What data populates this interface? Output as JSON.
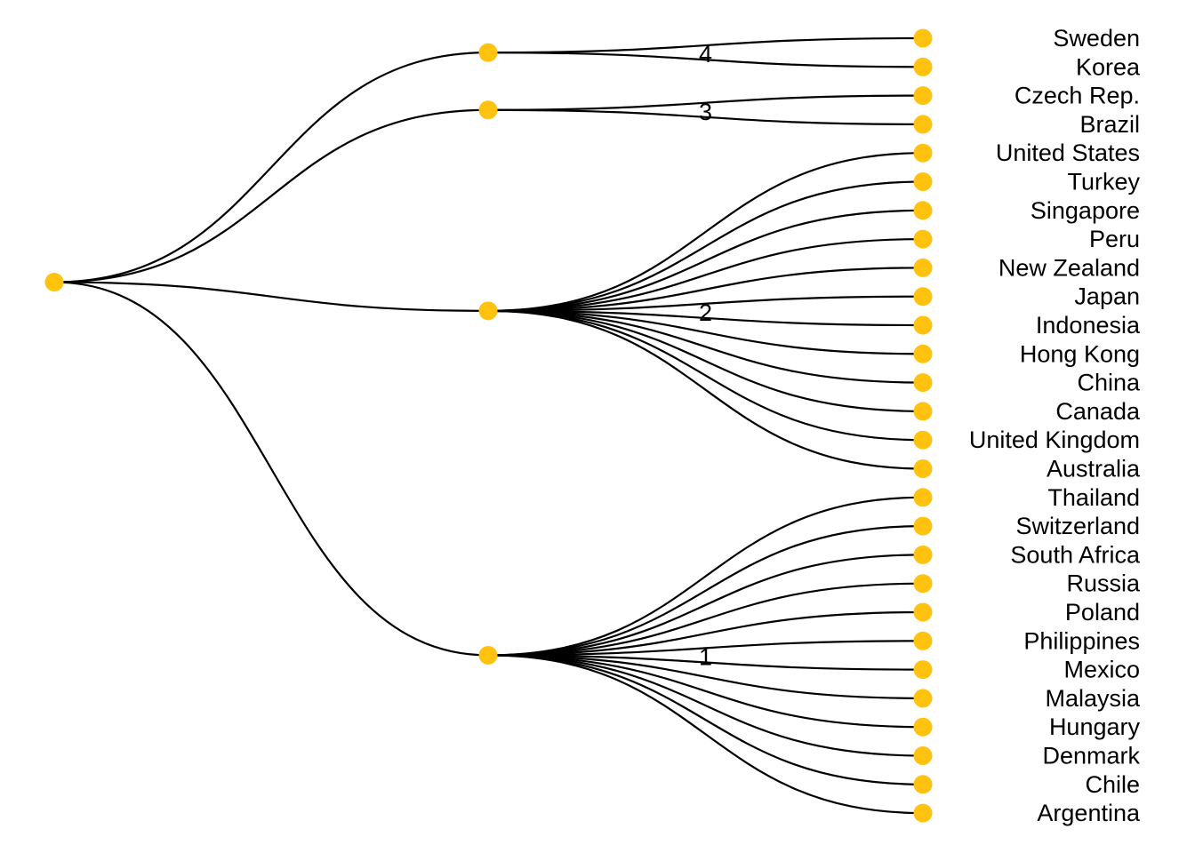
{
  "diagram": {
    "type": "dendrogram",
    "node_color": "#FFC20E",
    "edge_color": "#000000",
    "clusters": [
      {
        "label": "4",
        "leaves": [
          "Sweden",
          "Korea"
        ]
      },
      {
        "label": "3",
        "leaves": [
          "Czech Rep.",
          "Brazil"
        ]
      },
      {
        "label": "2",
        "leaves": [
          "United States",
          "Turkey",
          "Singapore",
          "Peru",
          "New Zealand",
          "Japan",
          "Indonesia",
          "Hong Kong",
          "China",
          "Canada",
          "United Kingdom",
          "Australia"
        ]
      },
      {
        "label": "1",
        "leaves": [
          "Thailand",
          "Switzerland",
          "South Africa",
          "Russia",
          "Poland",
          "Philippines",
          "Mexico",
          "Malaysia",
          "Hungary",
          "Denmark",
          "Chile",
          "Argentina"
        ]
      }
    ]
  }
}
